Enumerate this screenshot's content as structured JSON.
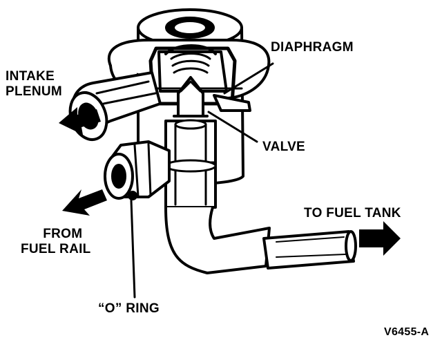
{
  "labels": {
    "intake_plenum": [
      "INTAKE",
      "PLENUM"
    ],
    "diaphragm": "DIAPHRAGM",
    "valve": "VALVE",
    "to_fuel_tank": "TO FUEL TANK",
    "from_fuel_rail": [
      "FROM",
      "FUEL RAIL"
    ],
    "o_ring": "“O” RING",
    "figure_code": "V6455-A"
  },
  "colors": {
    "ink": "#000000",
    "paper": "#ffffff"
  }
}
